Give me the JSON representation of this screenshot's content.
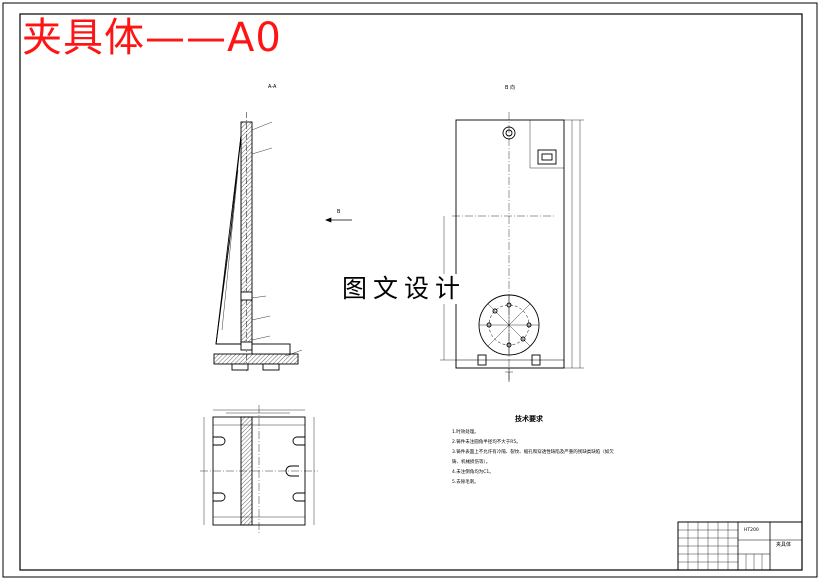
{
  "sheet": {
    "title": "夹具体——A0",
    "watermark": "图文设计"
  },
  "views": {
    "section_label": "A-A",
    "view_label": "B 向",
    "arrow_label": "B"
  },
  "tech_requirements": {
    "title": "技术要求",
    "notes": [
      "1.时效处理。",
      "2.铸件未注圆角半径均不大于R5。",
      "3.铸件表面上不允许有冷隔、裂纹、缩孔和穿透性缺陷及严重的残缺类缺陷（如欠",
      "铸、机械损伤等）。",
      "4.未注倒角均为C1。",
      "5.去除毛刺。"
    ]
  },
  "title_block": {
    "material": "HT200",
    "part_name": "夹具体"
  },
  "colors": {
    "title_red": "#ff1414",
    "line": "#000000",
    "paper": "#ffffff"
  }
}
